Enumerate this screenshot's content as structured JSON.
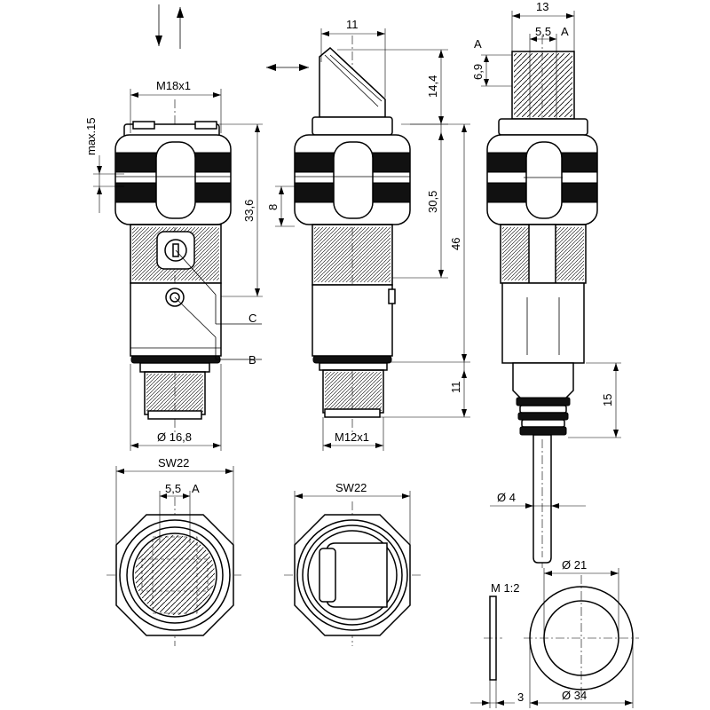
{
  "drawing": {
    "labels": {
      "m18x1": "M18x1",
      "max15": "max.15",
      "d336": "33,6",
      "c": "C",
      "b": "B",
      "d168": "Ø 16,8",
      "d11top": "11",
      "d144": "14,4",
      "d8": "8",
      "d305": "30,5",
      "d46": "46",
      "d11bot": "11",
      "m12x1": "M12x1",
      "d13": "13",
      "d55top": "5,5",
      "a1": "A",
      "a2": "A",
      "d69": "6,9",
      "d15": "15",
      "d4": "Ø 4",
      "sw22a": "SW22",
      "d55low": "5,5",
      "a3": "A",
      "sw22b": "SW22",
      "d21": "Ø 21",
      "m12": "M 1:2",
      "d3": "3",
      "d34": "Ø 34"
    }
  }
}
